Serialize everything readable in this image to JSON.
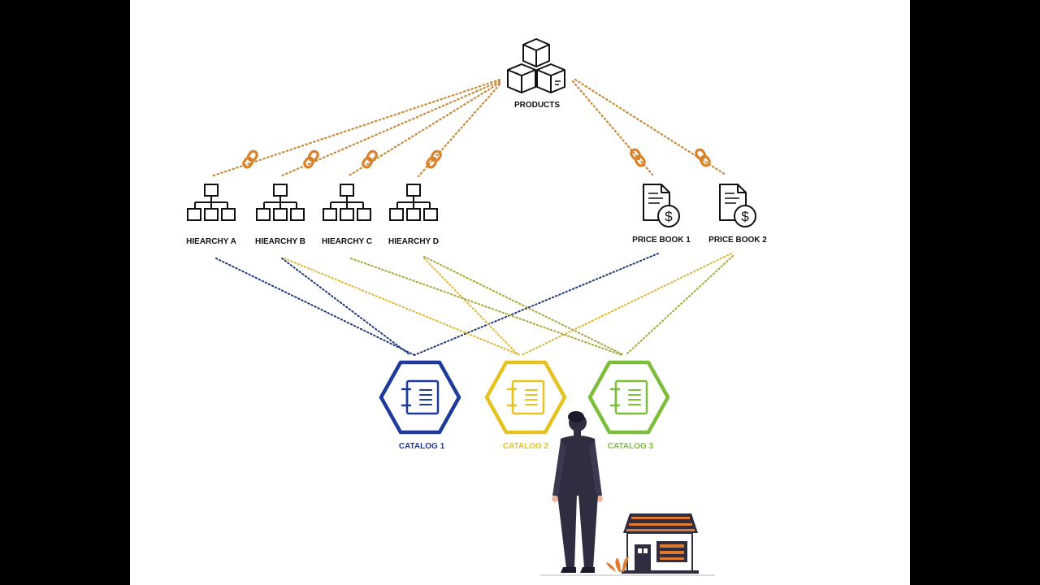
{
  "products": {
    "label": "PRODUCTS"
  },
  "hierarchies": [
    {
      "label": "HIEARCHY A"
    },
    {
      "label": "HIEARCHY B"
    },
    {
      "label": "HIEARCHY C"
    },
    {
      "label": "HIEARCHY D"
    }
  ],
  "price_books": [
    {
      "label": "PRICE BOOK 1"
    },
    {
      "label": "PRICE BOOK 2"
    }
  ],
  "catalogs": [
    {
      "label": "CATALOG 1",
      "color": "#1e3a9a"
    },
    {
      "label": "CATALOG 2",
      "color": "#e6c21e"
    },
    {
      "label": "CATALOG 3",
      "color": "#7cbd3a"
    }
  ],
  "colors": {
    "link_lines": "#c98a3a",
    "link_icon": "#d9822b",
    "catalog_1_lines": "#1e3a7a",
    "catalog_2_lines": "#e0b83a",
    "catalog_3_lines": "#a8a83a",
    "icon_stroke": "#111111"
  }
}
